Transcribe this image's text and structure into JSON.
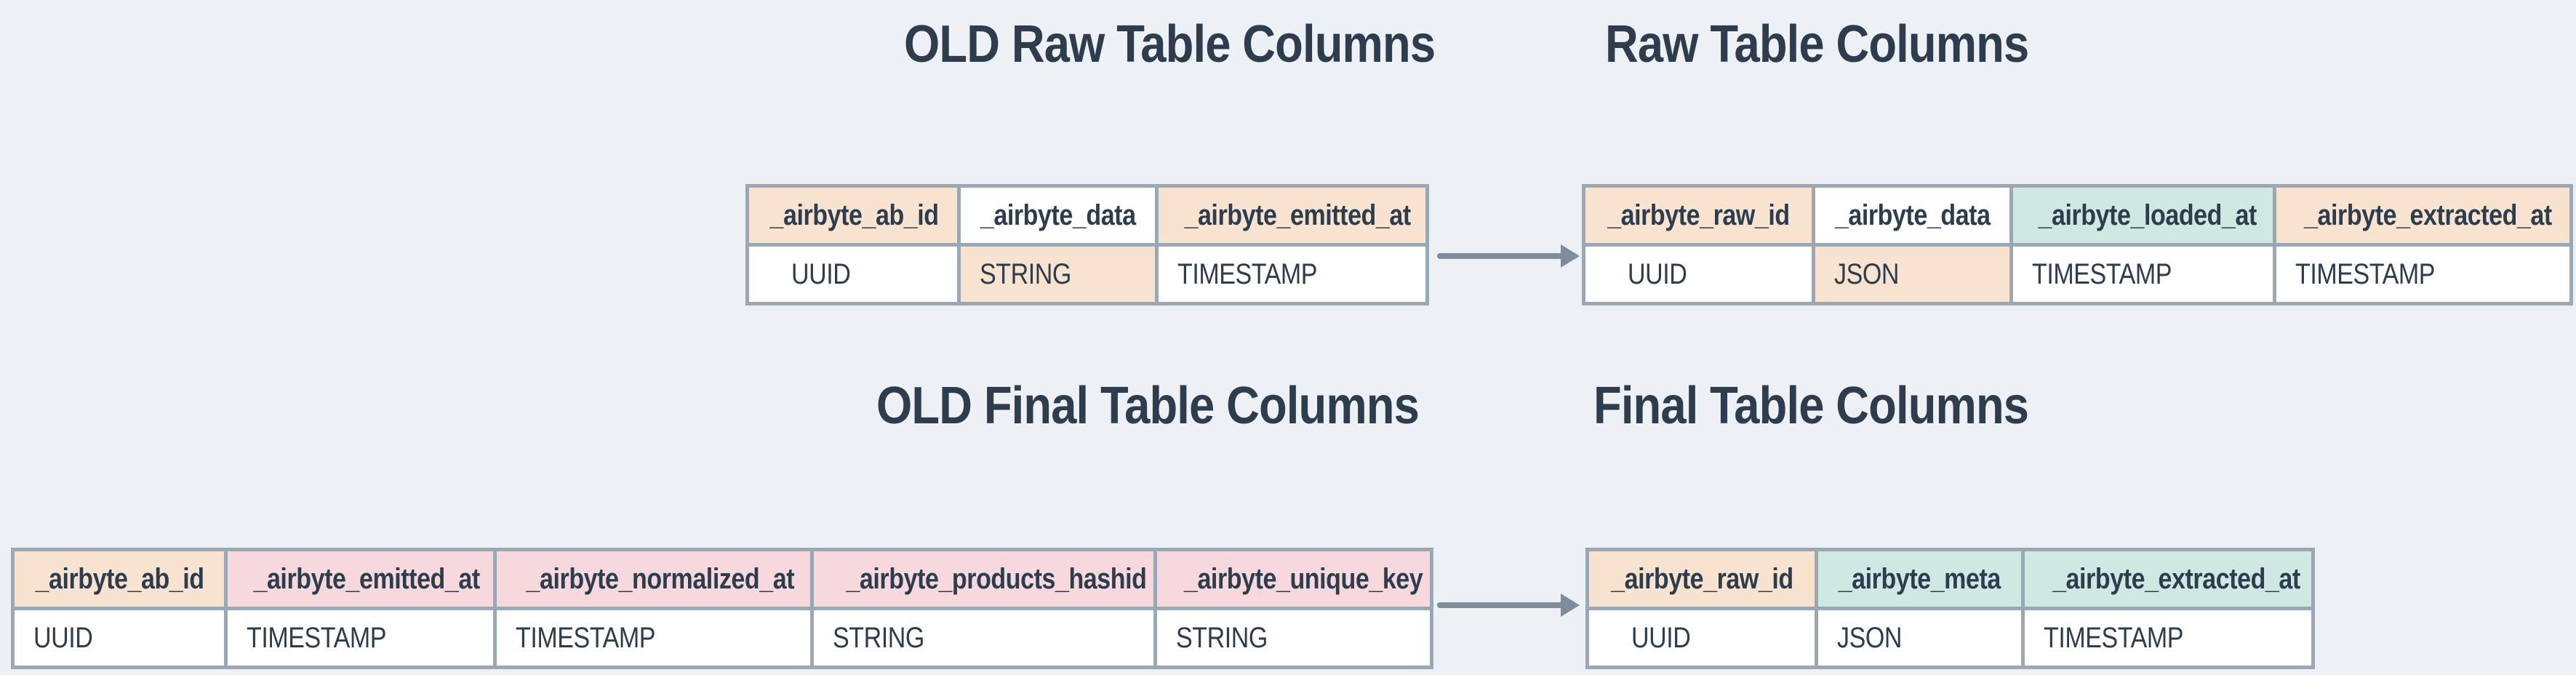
{
  "colors": {
    "background": "#edf1f5",
    "peach": "#f8e2d0",
    "pink": "#f6d8dd",
    "teal": "#cfe8e2",
    "grid": "#9aa8b6",
    "arrow": "#7e8d9c",
    "text": "#2d3d4d",
    "white": "#ffffff"
  },
  "tables": {
    "old_raw": {
      "title": "OLD Raw Table Columns",
      "columns": [
        {
          "header": "_airbyte_ab_id",
          "header_highlight": "peach",
          "type": "UUID",
          "type_highlight": "white"
        },
        {
          "header": "_airbyte_data",
          "header_highlight": "white",
          "type": "STRING",
          "type_highlight": "peach"
        },
        {
          "header": "_airbyte_emitted_at",
          "header_highlight": "peach",
          "type": "TIMESTAMP",
          "type_highlight": "white"
        }
      ]
    },
    "raw": {
      "title": "Raw Table Columns",
      "columns": [
        {
          "header": "_airbyte_raw_id",
          "header_highlight": "peach",
          "type": "UUID",
          "type_highlight": "white"
        },
        {
          "header": "_airbyte_data",
          "header_highlight": "white",
          "type": "JSON",
          "type_highlight": "peach"
        },
        {
          "header": "_airbyte_loaded_at",
          "header_highlight": "teal",
          "type": "TIMESTAMP",
          "type_highlight": "white"
        },
        {
          "header": "_airbyte_extracted_at",
          "header_highlight": "peach",
          "type": "TIMESTAMP",
          "type_highlight": "white"
        }
      ]
    },
    "old_final": {
      "title": "OLD Final Table Columns",
      "columns": [
        {
          "header": "_airbyte_ab_id",
          "header_highlight": "peach",
          "type": "UUID",
          "type_highlight": "white"
        },
        {
          "header": "_airbyte_emitted_at",
          "header_highlight": "pink",
          "type": "TIMESTAMP",
          "type_highlight": "white"
        },
        {
          "header": "_airbyte_normalized_at",
          "header_highlight": "pink",
          "type": "TIMESTAMP",
          "type_highlight": "white"
        },
        {
          "header": "_airbyte_products_hashid",
          "header_highlight": "pink",
          "type": "STRING",
          "type_highlight": "white"
        },
        {
          "header": "_airbyte_unique_key",
          "header_highlight": "pink",
          "type": "STRING",
          "type_highlight": "white"
        }
      ]
    },
    "final": {
      "title": "Final Table Columns",
      "columns": [
        {
          "header": "_airbyte_raw_id",
          "header_highlight": "peach",
          "type": "UUID",
          "type_highlight": "white"
        },
        {
          "header": "_airbyte_meta",
          "header_highlight": "teal",
          "type": "JSON",
          "type_highlight": "white"
        },
        {
          "header": "_airbyte_extracted_at",
          "header_highlight": "teal",
          "type": "TIMESTAMP",
          "type_highlight": "white"
        }
      ]
    }
  },
  "arrows": [
    {
      "id": "arrow-raw",
      "icon": "right-arrow-icon"
    },
    {
      "id": "arrow-final",
      "icon": "right-arrow-icon"
    }
  ]
}
